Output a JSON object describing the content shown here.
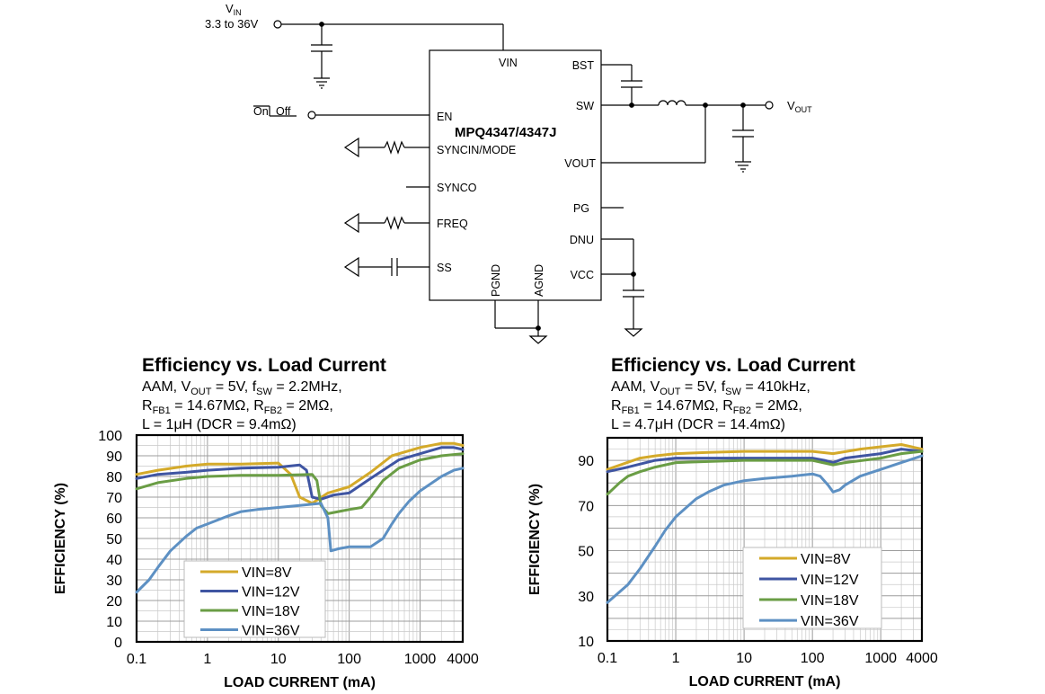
{
  "schematic": {
    "vin_label": "V",
    "vin_sub": "IN",
    "vin_range": "3.3 to 36V",
    "on_label": "On",
    "off_label": "Off",
    "chip_name": "MPQ4347/4347J",
    "vout_label": "V",
    "vout_sub": "OUT",
    "pins": {
      "vin": "VIN",
      "bst": "BST",
      "sw": "SW",
      "en": "EN",
      "syncin": "SYNCIN/MODE",
      "vout": "VOUT",
      "synco": "SYNCO",
      "pg": "PG",
      "freq": "FREQ",
      "dnu": "DNU",
      "ss": "SS",
      "vcc": "VCC",
      "pgnd": "PGND",
      "agnd": "AGND"
    }
  },
  "charts": [
    {
      "title": "Efficiency vs. Load Current",
      "sub1": {
        "a": "AAM, V",
        "b": "OUT",
        "c": " = 5V, f",
        "d": "SW",
        "e": " = 2.2MHz,"
      },
      "sub2": {
        "a": "R",
        "b": "FB1",
        "c": " = 14.67MΩ, R",
        "d": "FB2",
        "e": " = 2MΩ,"
      },
      "sub3": "L = 1μH (DCR = 9.4mΩ)",
      "xlabel": "LOAD CURRENT (mA)",
      "ylabel": "EFFICIENCY (%)",
      "xticks": [
        "0.1",
        "1",
        "10",
        "100",
        "1000",
        "4000"
      ],
      "yticks": [
        "0",
        "10",
        "20",
        "30",
        "40",
        "50",
        "60",
        "70",
        "80",
        "90",
        "100"
      ]
    },
    {
      "title": "Efficiency vs. Load Current",
      "sub1": {
        "a": "AAM, V",
        "b": "OUT",
        "c": " = 5V, f",
        "d": "SW",
        "e": "  = 410kHz,"
      },
      "sub2": {
        "a": "R",
        "b": "FB1",
        "c": " = 14.67MΩ, R",
        "d": "FB2",
        "e": " = 2MΩ,"
      },
      "sub3": "L = 4.7μH (DCR = 14.4mΩ)",
      "xlabel": "LOAD CURRENT (mA)",
      "ylabel": "EFFICIENCY (%)",
      "xticks": [
        "0.1",
        "1",
        "10",
        "100",
        "1000",
        "4000"
      ],
      "yticks": [
        "10",
        "30",
        "50",
        "70",
        "90"
      ]
    }
  ],
  "chart_data": [
    {
      "type": "line",
      "title": "Efficiency vs. Load Current",
      "xlabel": "LOAD CURRENT (mA)",
      "ylabel": "EFFICIENCY (%)",
      "x_scale": "log",
      "xlim": [
        0.1,
        4000
      ],
      "ylim": [
        0,
        100
      ],
      "legend_position": "bottom-left",
      "series": [
        {
          "name": "VIN=8V",
          "color": "#d4aa2a",
          "points": [
            [
              0.1,
              81
            ],
            [
              0.2,
              83
            ],
            [
              0.5,
              85
            ],
            [
              1,
              86
            ],
            [
              3,
              86
            ],
            [
              10,
              86.5
            ],
            [
              15,
              81
            ],
            [
              20,
              70
            ],
            [
              30,
              67
            ],
            [
              50,
              72
            ],
            [
              100,
              75
            ],
            [
              200,
              82
            ],
            [
              400,
              90
            ],
            [
              1000,
              94
            ],
            [
              2000,
              96
            ],
            [
              3000,
              96
            ],
            [
              4000,
              95
            ]
          ]
        },
        {
          "name": "VIN=12V",
          "color": "#3f55a2",
          "points": [
            [
              0.1,
              79
            ],
            [
              0.2,
              81
            ],
            [
              0.5,
              82
            ],
            [
              1,
              83
            ],
            [
              3,
              84
            ],
            [
              10,
              84.5
            ],
            [
              20,
              85.5
            ],
            [
              25,
              83
            ],
            [
              30,
              70
            ],
            [
              40,
              69
            ],
            [
              60,
              71
            ],
            [
              100,
              72
            ],
            [
              200,
              79
            ],
            [
              500,
              88
            ],
            [
              1000,
              91
            ],
            [
              2000,
              94
            ],
            [
              3000,
              94
            ],
            [
              4000,
              93
            ]
          ]
        },
        {
          "name": "VIN=18V",
          "color": "#6a9d45",
          "points": [
            [
              0.1,
              74
            ],
            [
              0.2,
              77
            ],
            [
              0.5,
              79
            ],
            [
              1,
              80
            ],
            [
              3,
              80.5
            ],
            [
              10,
              80.5
            ],
            [
              30,
              81
            ],
            [
              35,
              78
            ],
            [
              40,
              66
            ],
            [
              50,
              62
            ],
            [
              100,
              64
            ],
            [
              150,
              65
            ],
            [
              200,
              70
            ],
            [
              300,
              78
            ],
            [
              500,
              84
            ],
            [
              1000,
              88
            ],
            [
              2000,
              90
            ],
            [
              4000,
              91
            ]
          ]
        },
        {
          "name": "VIN=36V",
          "color": "#5d90c3",
          "points": [
            [
              0.1,
              24
            ],
            [
              0.15,
              30
            ],
            [
              0.2,
              36
            ],
            [
              0.3,
              44
            ],
            [
              0.5,
              51
            ],
            [
              0.7,
              55
            ],
            [
              1,
              57
            ],
            [
              2,
              61
            ],
            [
              3,
              63
            ],
            [
              5,
              64
            ],
            [
              10,
              65
            ],
            [
              20,
              66
            ],
            [
              40,
              67
            ],
            [
              50,
              60
            ],
            [
              55,
              44
            ],
            [
              70,
              45
            ],
            [
              100,
              46
            ],
            [
              200,
              46
            ],
            [
              300,
              50
            ],
            [
              400,
              57
            ],
            [
              500,
              62
            ],
            [
              700,
              68
            ],
            [
              1000,
              73
            ],
            [
              2000,
              80
            ],
            [
              3000,
              83
            ],
            [
              4000,
              84
            ]
          ]
        }
      ]
    },
    {
      "type": "line",
      "title": "Efficiency vs. Load Current",
      "xlabel": "LOAD CURRENT (mA)",
      "ylabel": "EFFICIENCY (%)",
      "x_scale": "log",
      "xlim": [
        0.1,
        4000
      ],
      "ylim": [
        10,
        100
      ],
      "legend_position": "bottom-right",
      "series": [
        {
          "name": "VIN=8V",
          "color": "#d4aa2a",
          "points": [
            [
              0.1,
              86
            ],
            [
              0.3,
              91
            ],
            [
              0.5,
              92
            ],
            [
              1,
              93
            ],
            [
              3,
              93.5
            ],
            [
              10,
              94
            ],
            [
              30,
              94
            ],
            [
              100,
              94
            ],
            [
              200,
              93
            ],
            [
              500,
              95
            ],
            [
              1000,
              96
            ],
            [
              2000,
              97
            ],
            [
              4000,
              95
            ]
          ]
        },
        {
          "name": "VIN=12V",
          "color": "#3f55a2",
          "points": [
            [
              0.1,
              85
            ],
            [
              0.2,
              87
            ],
            [
              0.5,
              90
            ],
            [
              1,
              91
            ],
            [
              3,
              91
            ],
            [
              10,
              91
            ],
            [
              50,
              91
            ],
            [
              100,
              91
            ],
            [
              150,
              90
            ],
            [
              200,
              89
            ],
            [
              300,
              91
            ],
            [
              1000,
              93
            ],
            [
              2000,
              95
            ],
            [
              4000,
              94
            ]
          ]
        },
        {
          "name": "VIN=18V",
          "color": "#6a9d45",
          "points": [
            [
              0.1,
              75
            ],
            [
              0.15,
              80
            ],
            [
              0.2,
              83
            ],
            [
              0.3,
              85
            ],
            [
              0.5,
              87
            ],
            [
              1,
              89
            ],
            [
              3,
              89.5
            ],
            [
              10,
              90
            ],
            [
              50,
              90
            ],
            [
              100,
              90
            ],
            [
              200,
              88
            ],
            [
              300,
              89
            ],
            [
              1000,
              91
            ],
            [
              2000,
              93
            ],
            [
              4000,
              94
            ]
          ]
        },
        {
          "name": "VIN=36V",
          "color": "#5d90c3",
          "points": [
            [
              0.1,
              27
            ],
            [
              0.2,
              35
            ],
            [
              0.3,
              42
            ],
            [
              0.5,
              52
            ],
            [
              0.7,
              59
            ],
            [
              1,
              65
            ],
            [
              2,
              73
            ],
            [
              3,
              76
            ],
            [
              5,
              79
            ],
            [
              10,
              81
            ],
            [
              20,
              82
            ],
            [
              50,
              83
            ],
            [
              100,
              84
            ],
            [
              130,
              83
            ],
            [
              170,
              79
            ],
            [
              200,
              76
            ],
            [
              250,
              77
            ],
            [
              300,
              79
            ],
            [
              500,
              83
            ],
            [
              1000,
              86
            ],
            [
              2000,
              89
            ],
            [
              4000,
              92
            ]
          ]
        }
      ]
    }
  ]
}
